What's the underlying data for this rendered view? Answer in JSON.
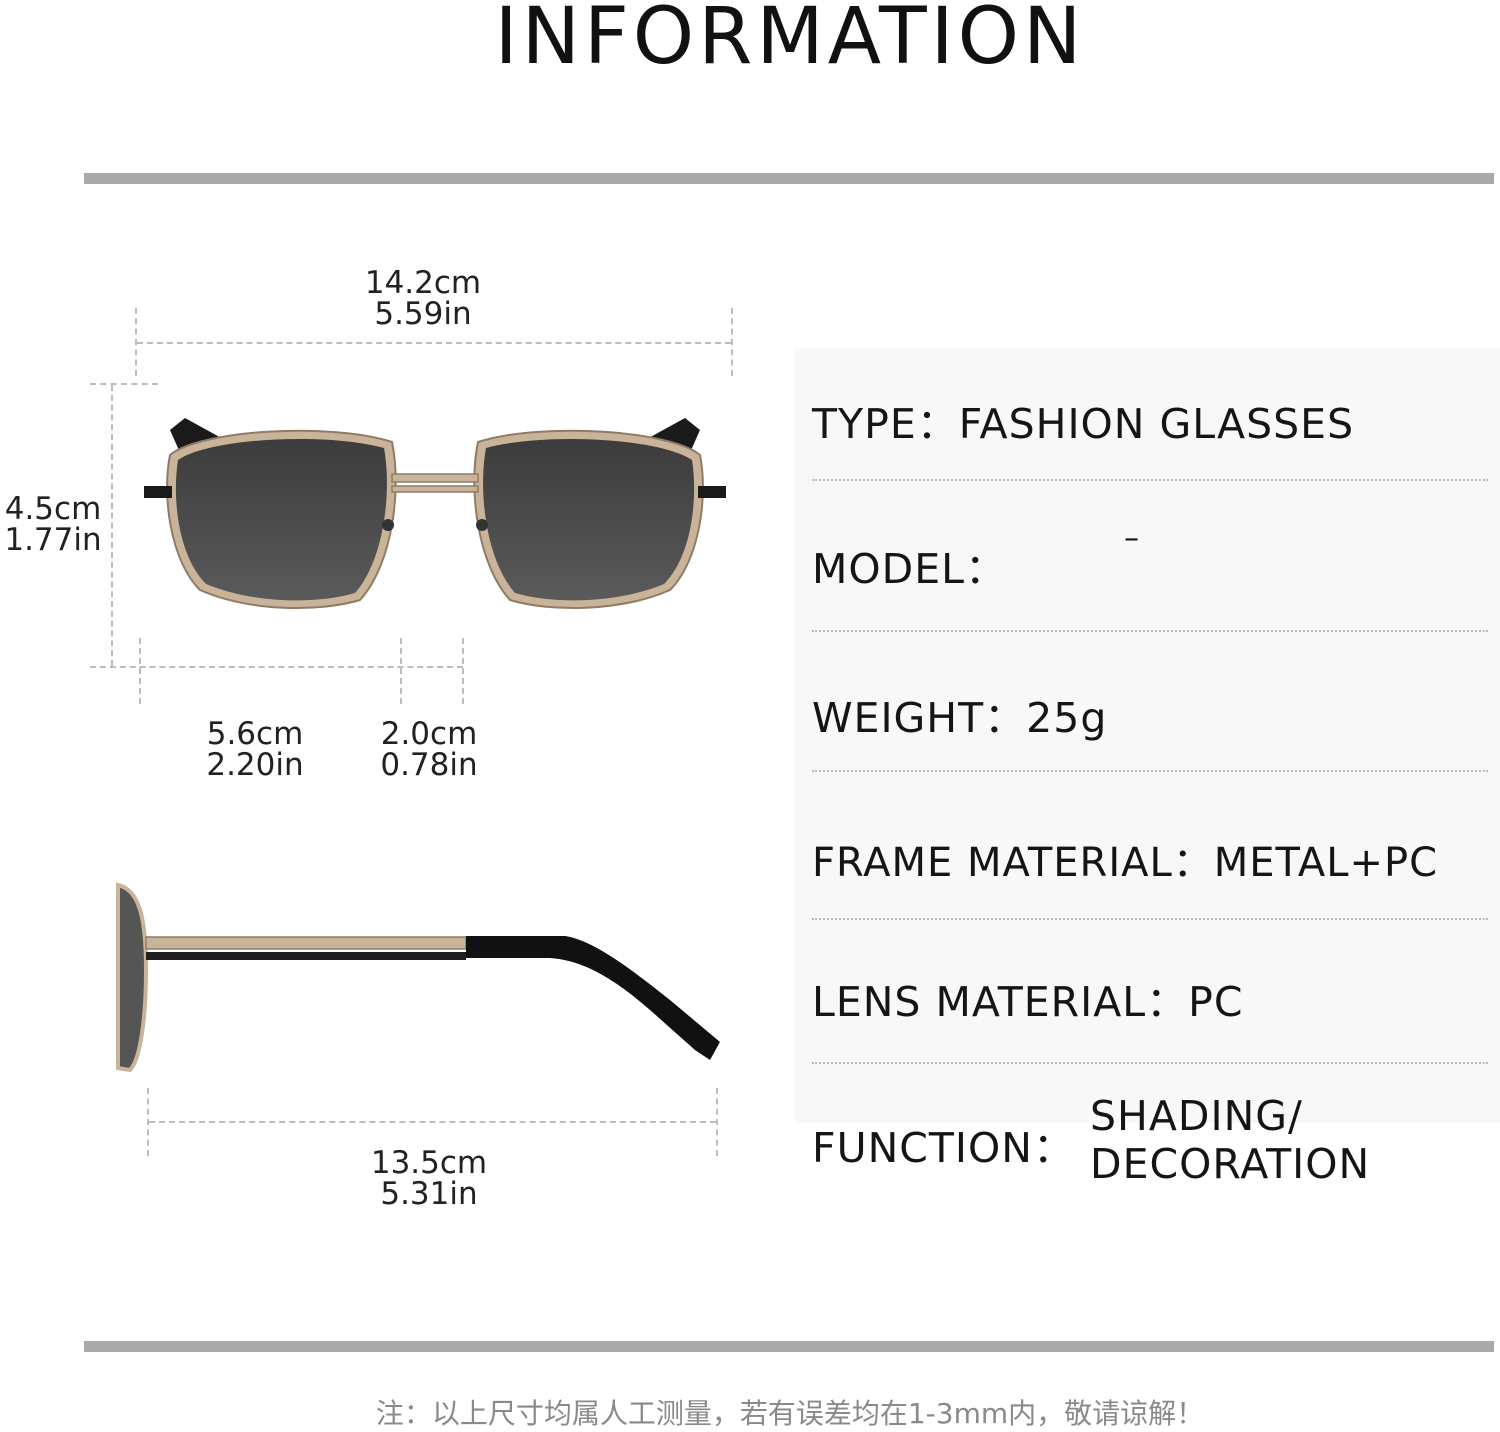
{
  "header": {
    "title": "INFORMATION"
  },
  "dimensions": {
    "total_width": {
      "cm": "14.2cm",
      "in": "5.59in"
    },
    "lens_height": {
      "cm": "4.5cm",
      "in": "1.77in"
    },
    "lens_width": {
      "cm": "5.6cm",
      "in": "2.20in"
    },
    "bridge_width": {
      "cm": "2.0cm",
      "in": "0.78in"
    },
    "temple_length": {
      "cm": "13.5cm",
      "in": "5.31in"
    }
  },
  "specs": {
    "type": "TYPE：FASHION GLASSES",
    "model_label": "MODEL：",
    "model_value": "–",
    "weight": "WEIGHT：25g",
    "frame_material": "FRAME MATERIAL：METAL+PC",
    "lens_material": "LENS MATERIAL：PC",
    "function_label": "FUNCTION：",
    "function_value_1": "SHADING/",
    "function_value_2": "DECORATION"
  },
  "footer": {
    "note": "注：以上尺寸均属人工测量，若有误差均在1-3mm内，敬请谅解！"
  },
  "colors": {
    "bar": "#a9a9a9",
    "lens": "#4a4a4a",
    "frame": "#c9b49a",
    "panel": "#f8f8f8"
  }
}
